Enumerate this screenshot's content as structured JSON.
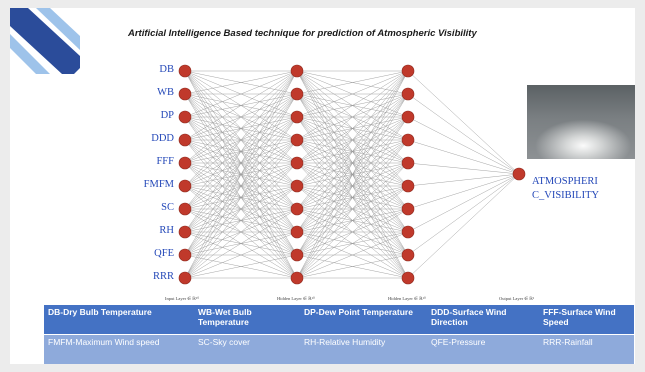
{
  "title": "Artificial Intelligence Based technique for prediction of Atmospheric Visibility",
  "colors": {
    "node": "#c0392b",
    "edge": "#9a9a9a",
    "label": "#2448b8",
    "header_row": "#4472c4",
    "second_row": "#8eaadb",
    "logo_blue": "#2b4c9a",
    "logo_light": "#9ec3ea"
  },
  "network": {
    "input_nodes": [
      "DB",
      "WB",
      "DP",
      "DDD",
      "FFF",
      "FMFM",
      "SC",
      "RH",
      "QFE",
      "RRR"
    ],
    "hidden1_count": 10,
    "hidden2_count": 10,
    "output_label": "ATMOSPHERIC_VISIBILITY",
    "output_label_line1": "ATMOSPHERI",
    "output_label_line2": "C_VISIBILITY",
    "layer_labels": [
      "Input Layer ∈ ℝ¹⁰",
      "Hidden Layer ∈ ℝ¹⁰",
      "Hidden Layer ∈ ℝ¹⁰",
      "Output Layer ∈ ℝ¹"
    ]
  },
  "legend": {
    "row1": [
      "DB-Dry Bulb Temperature",
      "WB-Wet Bulb Temperature",
      "DP-Dew Point Temperature",
      "DDD-Surface Wind Direction",
      "FFF-Surface Wind Speed"
    ],
    "row2": [
      "FMFM-Maximum Wind speed",
      "SC-Sky cover",
      "RH-Relative Humidity",
      "QFE-Pressure",
      "RRR-Rainfall"
    ]
  }
}
